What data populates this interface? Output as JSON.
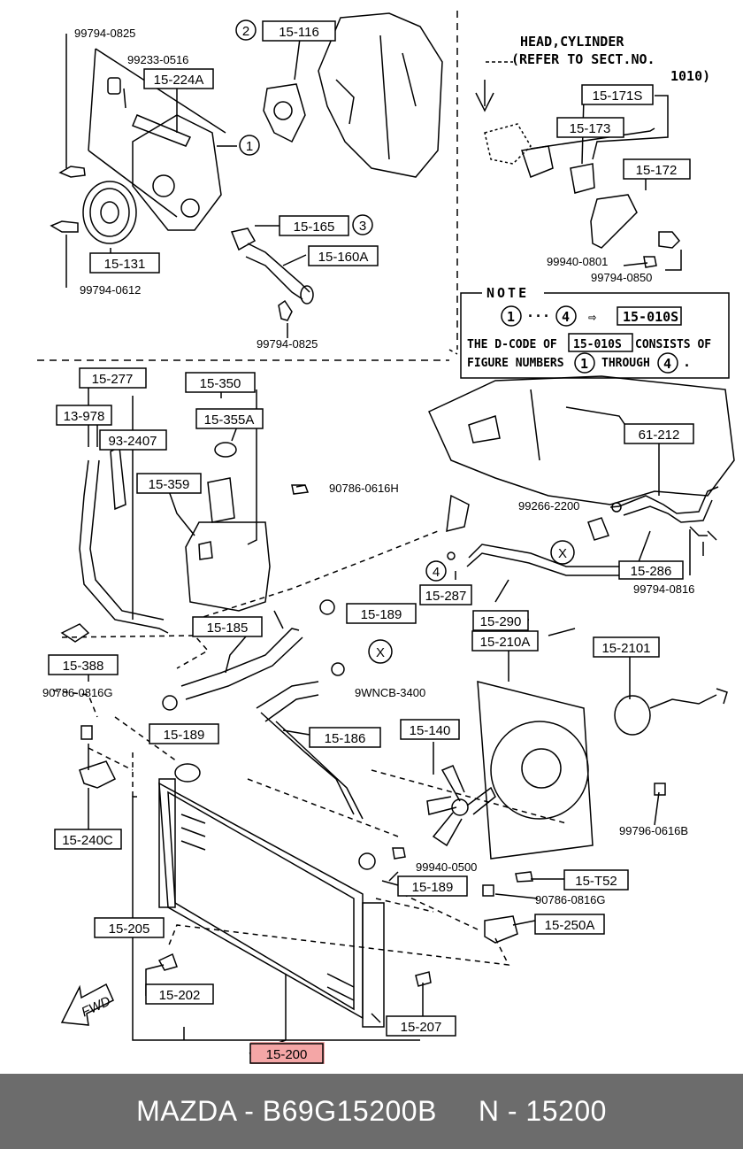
{
  "callouts": [
    {
      "text": "15-116"
    },
    {
      "text": "15-224A"
    },
    {
      "text": "15-165"
    },
    {
      "text": "15-160A"
    },
    {
      "text": "15-131"
    },
    {
      "text": "15-171S"
    },
    {
      "text": "15-173"
    },
    {
      "text": "15-172"
    },
    {
      "text": "15-277"
    },
    {
      "text": "13-978"
    },
    {
      "text": "93-2407"
    },
    {
      "text": "15-350"
    },
    {
      "text": "15-355A"
    },
    {
      "text": "15-359"
    },
    {
      "text": "61-212"
    },
    {
      "text": "15-286"
    },
    {
      "text": "15-287"
    },
    {
      "text": "15-290"
    },
    {
      "text": "15-189"
    },
    {
      "text": "15-185"
    },
    {
      "text": "15-388"
    },
    {
      "text": "15-189"
    },
    {
      "text": "15-186"
    },
    {
      "text": "15-210A"
    },
    {
      "text": "15-2101"
    },
    {
      "text": "15-140"
    },
    {
      "text": "15-240C"
    },
    {
      "text": "15-189"
    },
    {
      "text": "15-T52"
    },
    {
      "text": "15-250A"
    },
    {
      "text": "15-205"
    },
    {
      "text": "15-202"
    },
    {
      "text": "15-207"
    },
    {
      "text": "15-200"
    }
  ],
  "part_numbers": [
    {
      "text": "99794-0825"
    },
    {
      "text": "99233-0516"
    },
    {
      "text": "99794-0612"
    },
    {
      "text": "99794-0825"
    },
    {
      "text": "99940-0801"
    },
    {
      "text": "99794-0850"
    },
    {
      "text": "90786-0616H"
    },
    {
      "text": "99266-2200"
    },
    {
      "text": "99794-0816"
    },
    {
      "text": "9WNCB-3400"
    },
    {
      "text": "90786-0816G"
    },
    {
      "text": "99796-0616B"
    },
    {
      "text": "99940-0500"
    },
    {
      "text": "90786-0816G"
    }
  ],
  "circled": [
    {
      "text": "2"
    },
    {
      "text": "1"
    },
    {
      "text": "3"
    },
    {
      "text": "X"
    },
    {
      "text": "4"
    },
    {
      "text": "X"
    }
  ],
  "head_ref": {
    "line1": "HEAD,CYLINDER",
    "line2": "(REFER TO SECT.NO.",
    "line3": "1010)"
  },
  "note": {
    "title": "NOTE",
    "from": "1",
    "dots": "···",
    "to": "4",
    "arrow": "⇨",
    "code": "15-010S",
    "text1a": "THE D-CODE OF",
    "code2": "15-010S",
    "text1b": "CONSISTS OF",
    "text2a": "FIGURE NUMBERS",
    "n1": "1",
    "text2b": "THROUGH",
    "n2": "4",
    "end": "."
  },
  "fwd_label": "FWD",
  "footer": {
    "text": "MAZDA - B69G15200B     N - 15200"
  },
  "highlight_color": "#f4a6a6"
}
